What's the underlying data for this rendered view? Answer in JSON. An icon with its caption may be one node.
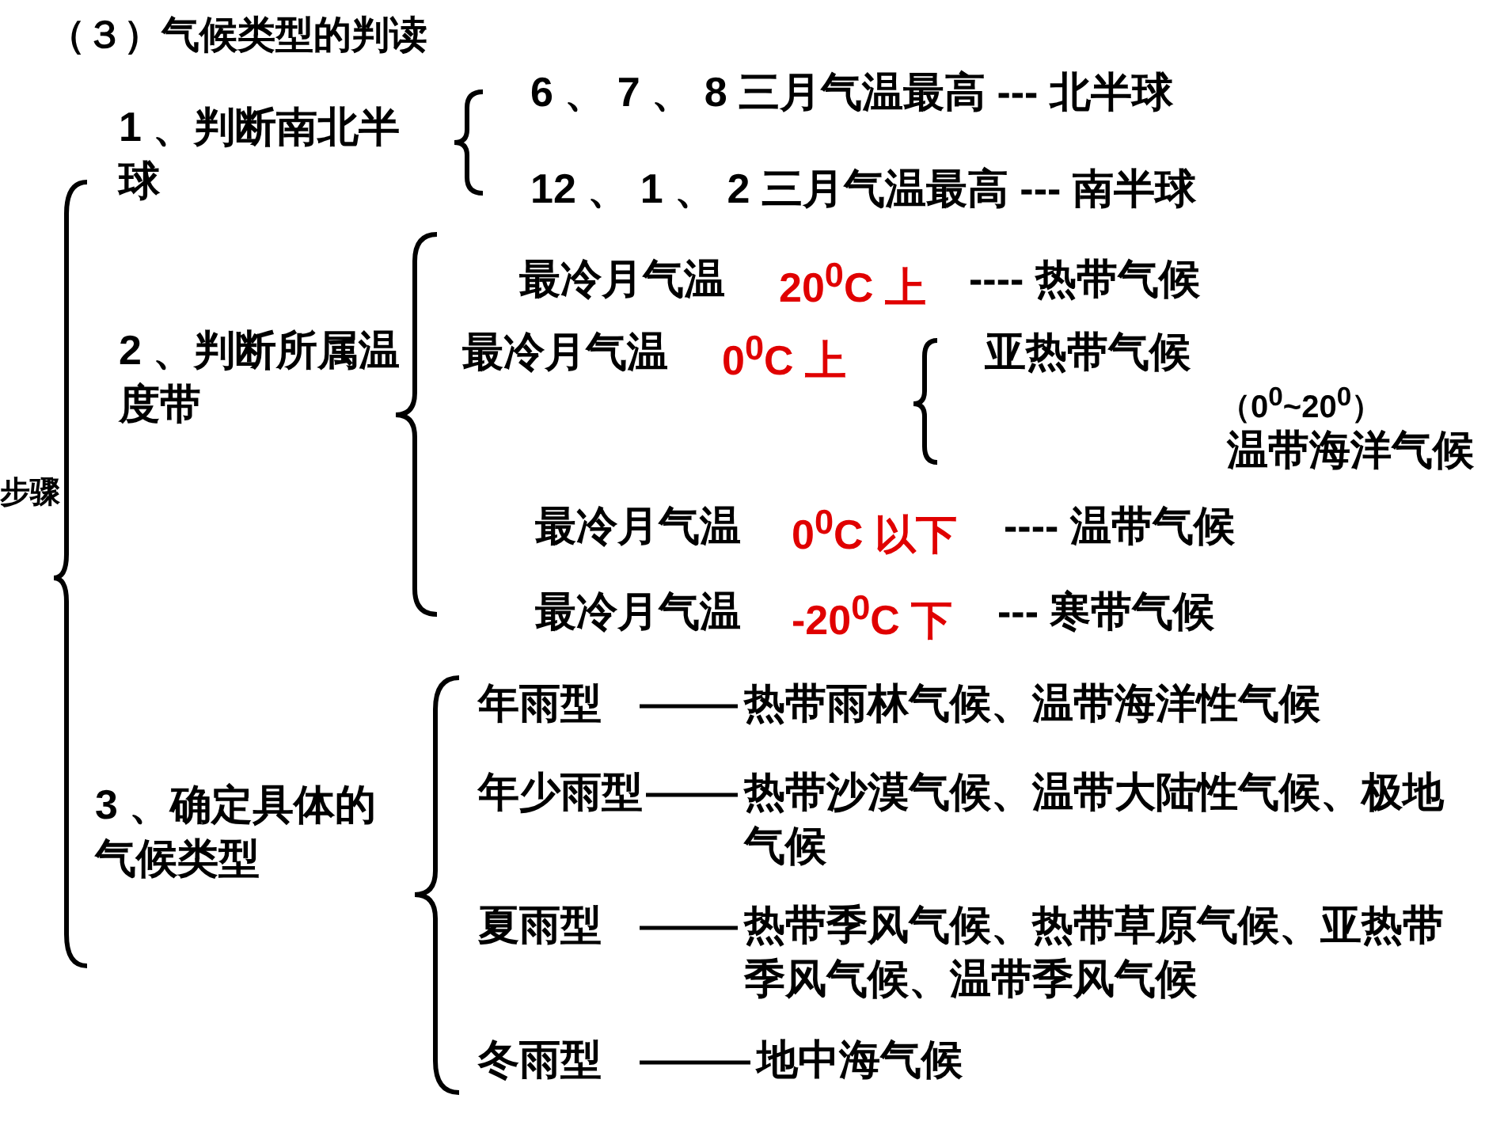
{
  "diagram": {
    "title": "（３）气候类型的判读",
    "nodes": [
      {
        "text": [
          "年雨型"
        ]
      },
      {
        "text": [
          "热带雨林气候、温带海洋性气候"
        ]
      },
      {
        "text": [
          "年少雨型"
        ]
      },
      {
        "text": [
          "热带沙漠气候、温带大陆性气候、极地气候"
        ]
      },
      {
        "text": [
          "夏雨型"
        ]
      },
      {
        "text": [
          "热带季风气候、热带草原气候、亚热带季风气候、温带季风气候"
        ]
      },
      {
        "text": [
          "冬雨型"
        ]
      },
      {
        "text": [
          "地中海气候"
        ]
      }
    ],
    "edges": [
      {
        "from": 0,
        "to": 1,
        "arrow": "none"
      },
      {
        "from": 2,
        "to": 3,
        "arrow": "none"
      },
      {
        "from": 4,
        "to": 5,
        "arrow": "none"
      },
      {
        "from": 6,
        "to": 7,
        "arrow": "none"
      }
    ],
    "labels": [
      "1 、判断南北半球",
      "6 、 7 、 8 三月气温最高 --- 北半球",
      "12 、 1 、 2 三月气温最高 --- 南半球",
      "2 、判断所属温度带",
      "最冷月气温",
      "20$^{0}$C 上",
      "---- 热带气候",
      "最冷月气温",
      "0$^{0}$C  上",
      "亚热带气候",
      "（0$^{0}$~20$^{0}$）",
      "温带海洋气候",
      "最冷月气温",
      "0$^{0}$C 以下",
      "---- 温带气候",
      "最冷月气温",
      "-20$^{0}$C 下",
      "--- 寒带气候",
      "3 、确定具体的气候类型",
      "步骤"
    ]
  }
}
